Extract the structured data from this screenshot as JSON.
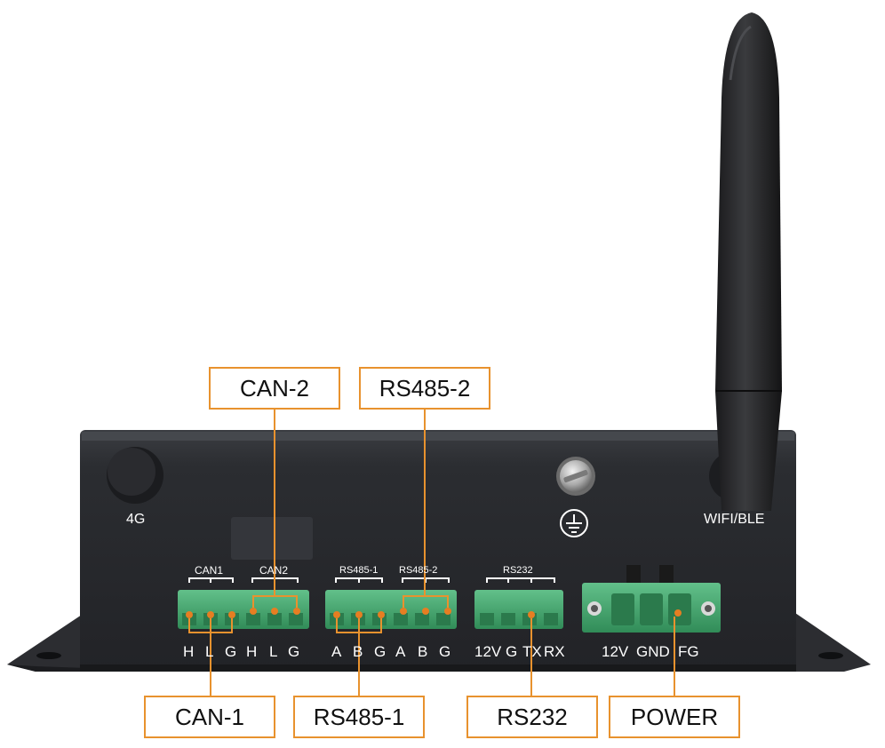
{
  "device": {
    "body_color": "#2a2c30",
    "terminal_color": "#3fa36a",
    "callout_color": "#e8922e",
    "labels": {
      "antenna_4g": "4G",
      "wifi_ble": "WIFI/BLE",
      "can1_header": "CAN1",
      "can2_header": "CAN2",
      "rs485_1_header": "RS485-1",
      "rs485_2_header": "RS485-2",
      "rs232_header": "RS232",
      "can_pins": [
        "H",
        "L",
        "G",
        "H",
        "L",
        "G"
      ],
      "rs485_pins": [
        "A",
        "B",
        "G",
        "A",
        "B",
        "G"
      ],
      "rs232_pins": [
        "12V",
        "G",
        "TX",
        "RX"
      ],
      "power_pins": [
        "12V",
        "GND",
        "FG"
      ]
    }
  },
  "callouts": {
    "can2": "CAN-2",
    "rs485_2": "RS485-2",
    "can1": "CAN-1",
    "rs485_1": "RS485-1",
    "rs232": "RS232",
    "power": "POWER"
  }
}
